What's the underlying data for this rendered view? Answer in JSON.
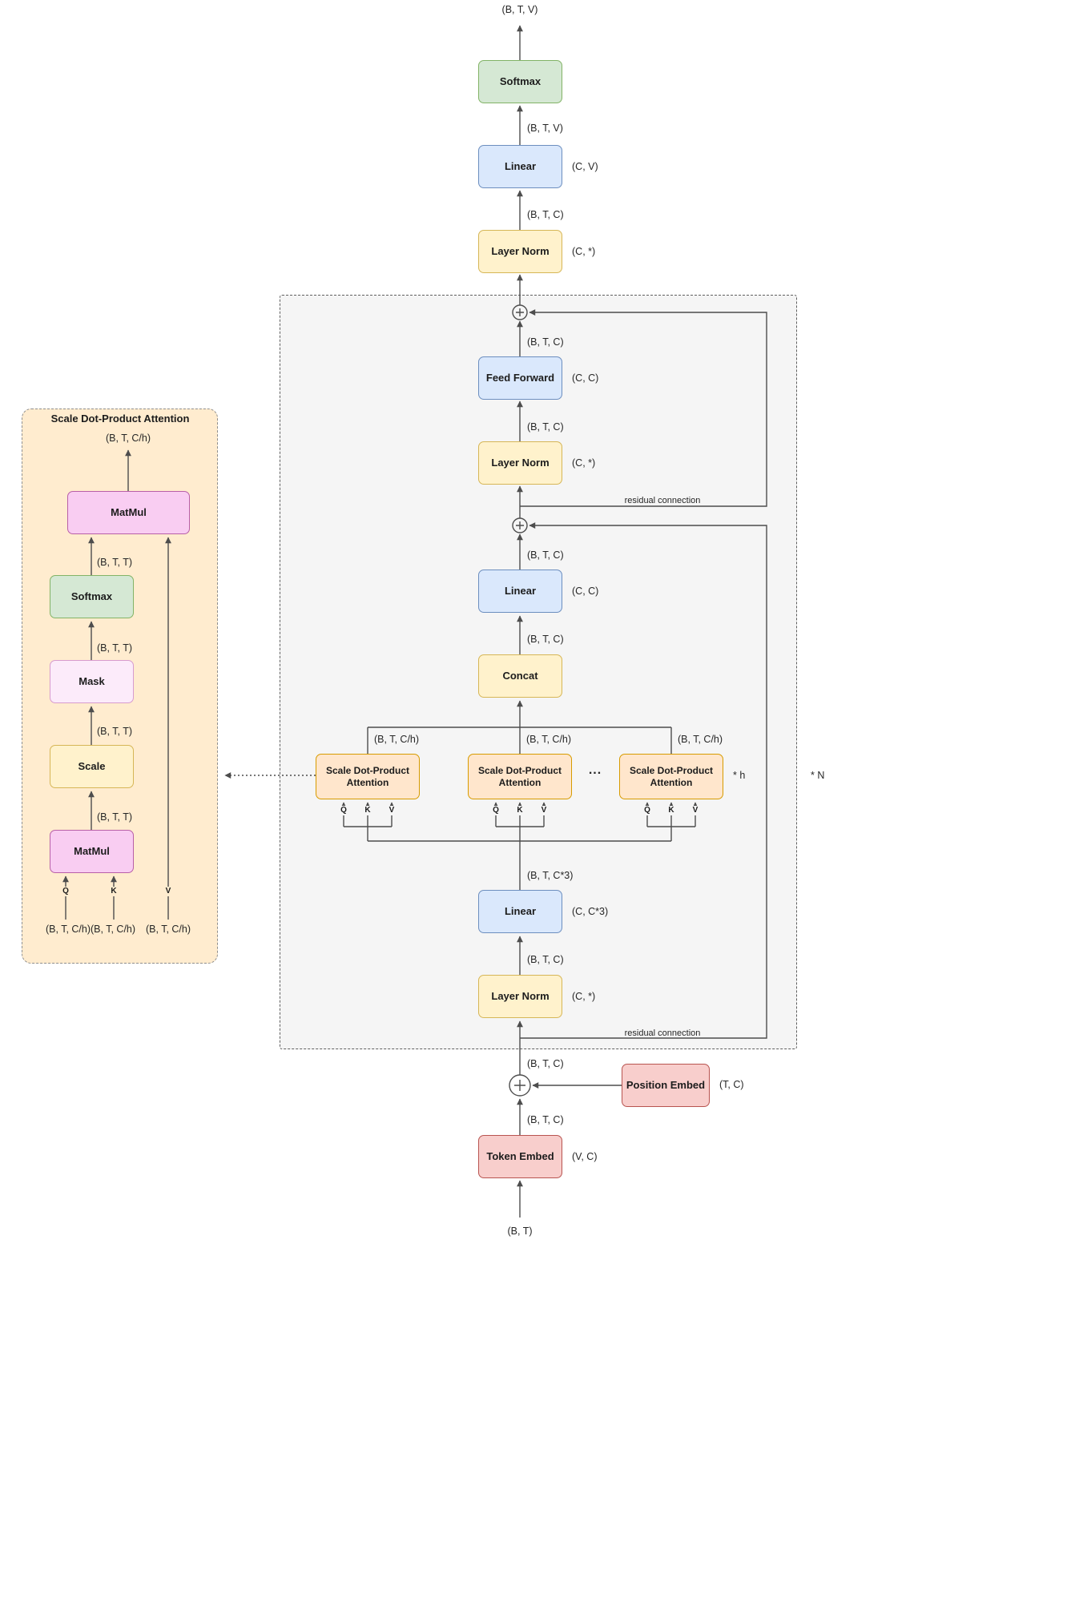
{
  "colors": {
    "green_fill": "#d5e8d4",
    "green_stroke": "#82b366",
    "blue_fill": "#dae8fc",
    "blue_stroke": "#6c8ebf",
    "yellow_fill": "#fff2cc",
    "yellow_stroke": "#d6b656",
    "red_fill": "#f8cecc",
    "red_stroke": "#b85450",
    "orange_fill": "#ffe6cc",
    "orange_stroke": "#d79b00",
    "pink_fill": "#f9cdf2",
    "pink_stroke": "#b85fa8",
    "palepink_fill": "#fcebfa",
    "palepink_stroke": "#d79bce",
    "panel_fill": "#ffeccf",
    "group_fill": "#f5f5f5",
    "line": "#4d4d4d"
  },
  "nodes": {
    "softmax_out": "Softmax",
    "linear_out": "Linear",
    "layernorm_out": "Layer Norm",
    "feed_forward": "Feed Forward",
    "layernorm_ff": "Layer Norm",
    "linear_proj": "Linear",
    "concat": "Concat",
    "attn_head": "Scale Dot-Product Attention",
    "linear_qkv": "Linear",
    "layernorm_in": "Layer Norm",
    "position_embed": "Position Embed",
    "token_embed": "Token Embed",
    "matmul_qk": "MatMul",
    "softmax_attn": "Softmax",
    "mask": "Mask",
    "scale": "Scale",
    "matmul_v": "MatMul"
  },
  "side_dims": {
    "linear_out": "(C, V)",
    "layernorm_out": "(C, *)",
    "feed_forward": "(C, C)",
    "layernorm_ff": "(C, *)",
    "linear_proj": "(C, C)",
    "linear_qkv": "(C, C*3)",
    "layernorm_in": "(C, *)",
    "position_embed": "(T, C)",
    "token_embed": "(V, C)"
  },
  "dims": {
    "btv": "(B, T, V)",
    "btc": "(B, T, C)",
    "btch": "(B, T, C/h)",
    "btc3": "(B, T, C*3)",
    "bt": "(B, T)",
    "btt": "(B, T, T)",
    "btch_double": "(B, T, C/h)(B, T, C/h)"
  },
  "annotations": {
    "residual": "residual connection",
    "heads_mult": "* h",
    "layers_mult": "* N",
    "ellipsis": "...",
    "q": "Q",
    "k": "K",
    "v": "V",
    "panel_title": "Scale Dot-Product Attention"
  }
}
